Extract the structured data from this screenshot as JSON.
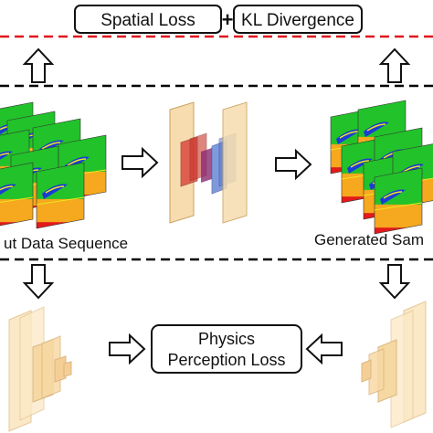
{
  "loss_boxes": {
    "spatial_loss": "Spatial Loss",
    "plus": "+",
    "kl_divergence": "KL Divergence"
  },
  "labels": {
    "input": "ut Data Sequence",
    "generated": "Generated Sam"
  },
  "physics_box": {
    "line1": "Physics",
    "line2": "Perception Loss"
  },
  "colors": {
    "red_dash": "#e0161b",
    "black_dash": "#000000",
    "field_green": "#22c22a",
    "field_orange": "#f6a81e",
    "field_red": "#e21a1a",
    "field_blue": "#1c3bd6",
    "field_yellow": "#f0e61c",
    "layer_fill": "#f6dcae",
    "layer_edge": "#c9a15e",
    "filter_red": "#d8362e",
    "filter_blue": "#4a6fcf"
  }
}
